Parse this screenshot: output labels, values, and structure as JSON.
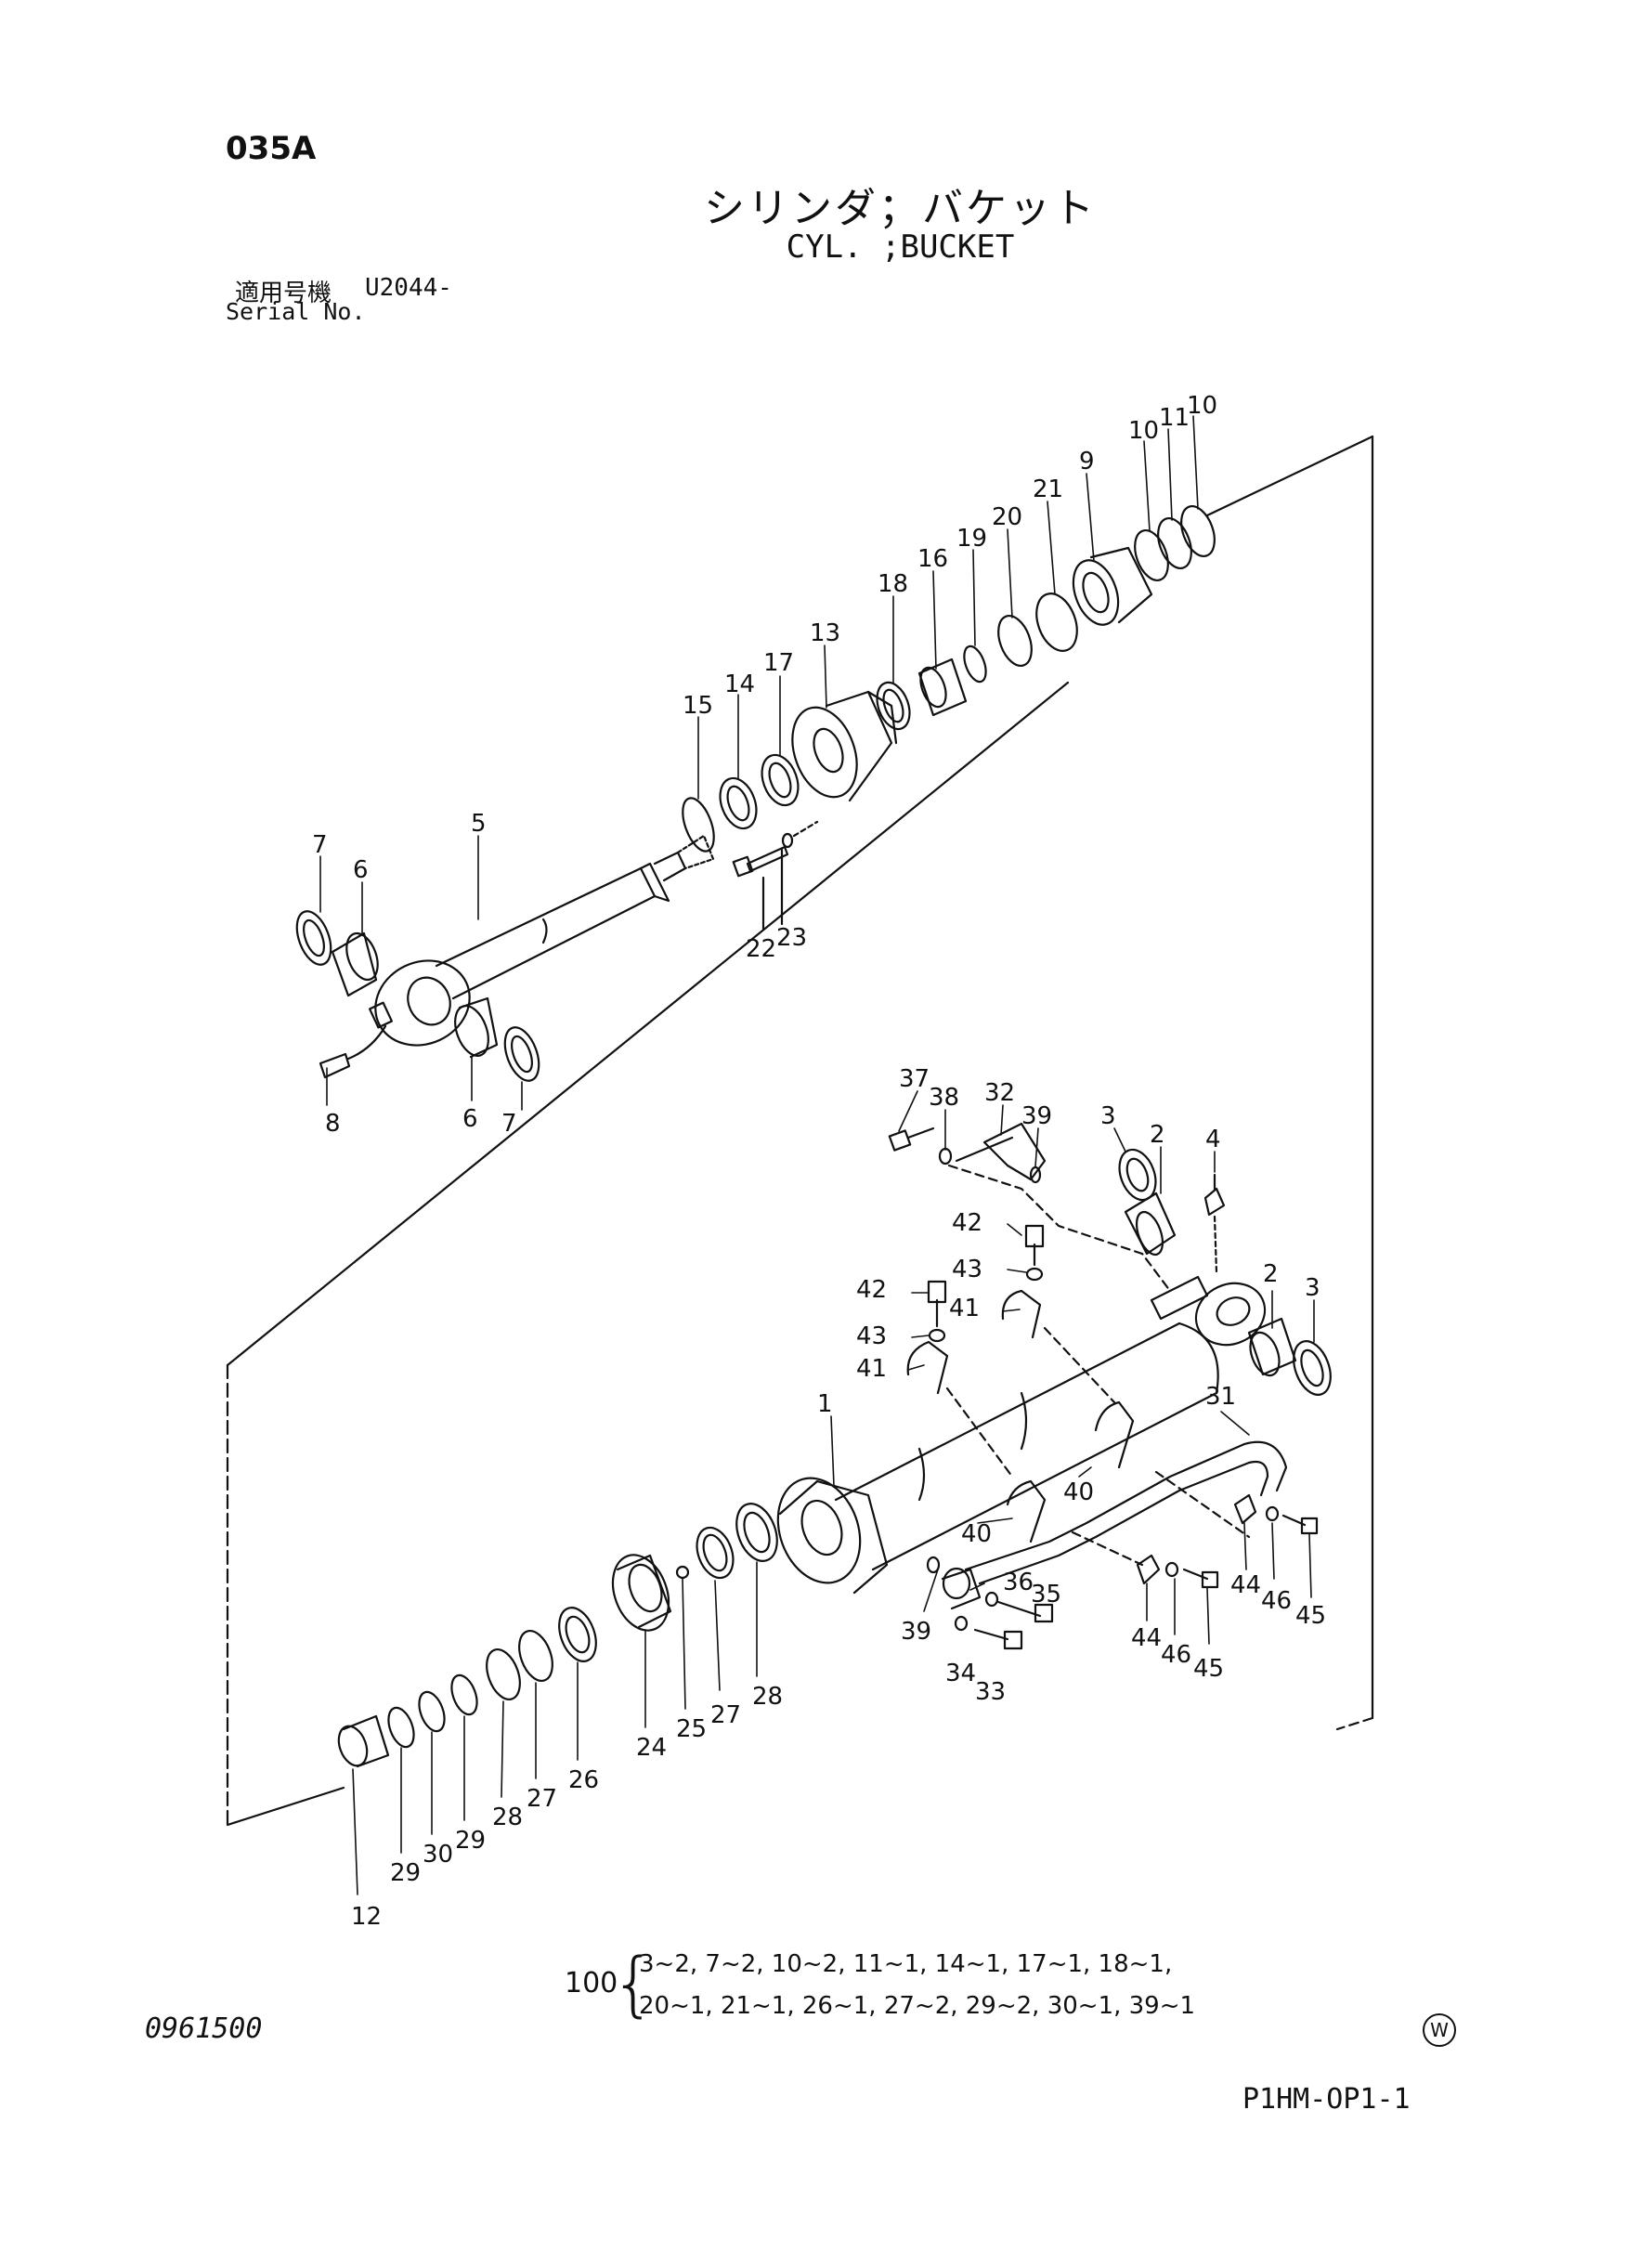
{
  "header": {
    "page_code": "035A",
    "title_jp": "シリンダ；バケット",
    "title_en": "CYL. ;BUCKET",
    "serial_label_jp": "適用号機",
    "serial_label_en": "Serial No.",
    "serial_value": "U2044-"
  },
  "callouts": [
    {
      "id": "c10a",
      "text": "10"
    },
    {
      "id": "c11a",
      "text": "11"
    },
    {
      "id": "c10b",
      "text": "10"
    },
    {
      "id": "c9",
      "text": "9"
    },
    {
      "id": "c21",
      "text": "21"
    },
    {
      "id": "c20",
      "text": "20"
    },
    {
      "id": "c19",
      "text": "19"
    },
    {
      "id": "c16",
      "text": "16"
    },
    {
      "id": "c18",
      "text": "18"
    },
    {
      "id": "c13",
      "text": "13"
    },
    {
      "id": "c17",
      "text": "17"
    },
    {
      "id": "c14",
      "text": "14"
    },
    {
      "id": "c15",
      "text": "15"
    },
    {
      "id": "c5",
      "text": "5"
    },
    {
      "id": "c7a",
      "text": "7"
    },
    {
      "id": "c6a",
      "text": "6"
    },
    {
      "id": "c22",
      "text": "22"
    },
    {
      "id": "c23",
      "text": "23"
    },
    {
      "id": "c8",
      "text": "8"
    },
    {
      "id": "c6b",
      "text": "6"
    },
    {
      "id": "c7b",
      "text": "7"
    },
    {
      "id": "c37",
      "text": "37"
    },
    {
      "id": "c38",
      "text": "38"
    },
    {
      "id": "c32",
      "text": "32"
    },
    {
      "id": "c39a",
      "text": "39"
    },
    {
      "id": "c3a",
      "text": "3"
    },
    {
      "id": "c2a",
      "text": "2"
    },
    {
      "id": "c4",
      "text": "4"
    },
    {
      "id": "c42a",
      "text": "42"
    },
    {
      "id": "c43a",
      "text": "43"
    },
    {
      "id": "c42b",
      "text": "42"
    },
    {
      "id": "c43b",
      "text": "43"
    },
    {
      "id": "c41a",
      "text": "41"
    },
    {
      "id": "c41b",
      "text": "41"
    },
    {
      "id": "c2b",
      "text": "2"
    },
    {
      "id": "c3b",
      "text": "3"
    },
    {
      "id": "c1",
      "text": "1"
    },
    {
      "id": "c31",
      "text": "31"
    },
    {
      "id": "c40a",
      "text": "40"
    },
    {
      "id": "c40b",
      "text": "40"
    },
    {
      "id": "c36",
      "text": "36"
    },
    {
      "id": "c35",
      "text": "35"
    },
    {
      "id": "c39b",
      "text": "39"
    },
    {
      "id": "c34",
      "text": "34"
    },
    {
      "id": "c33",
      "text": "33"
    },
    {
      "id": "c44a",
      "text": "44"
    },
    {
      "id": "c46a",
      "text": "46"
    },
    {
      "id": "c45a",
      "text": "45"
    },
    {
      "id": "c44b",
      "text": "44"
    },
    {
      "id": "c46b",
      "text": "46"
    },
    {
      "id": "c45b",
      "text": "45"
    },
    {
      "id": "c28a",
      "text": "28"
    },
    {
      "id": "c27a",
      "text": "27"
    },
    {
      "id": "c25",
      "text": "25"
    },
    {
      "id": "c24",
      "text": "24"
    },
    {
      "id": "c26",
      "text": "26"
    },
    {
      "id": "c27b",
      "text": "27"
    },
    {
      "id": "c28b",
      "text": "28"
    },
    {
      "id": "c29a",
      "text": "29"
    },
    {
      "id": "c30",
      "text": "30"
    },
    {
      "id": "c29b",
      "text": "29"
    },
    {
      "id": "c12",
      "text": "12"
    }
  ],
  "kit": {
    "number": "100",
    "line1": "3~2, 7~2, 10~2, 11~1, 14~1, 17~1, 18~1,",
    "line2": "20~1, 21~1, 26~1, 27~2, 29~2, 30~1, 39~1"
  },
  "footer": {
    "doc_number": "0961500",
    "mark": "W",
    "sheet_id": "P1HM-OP1-1"
  }
}
